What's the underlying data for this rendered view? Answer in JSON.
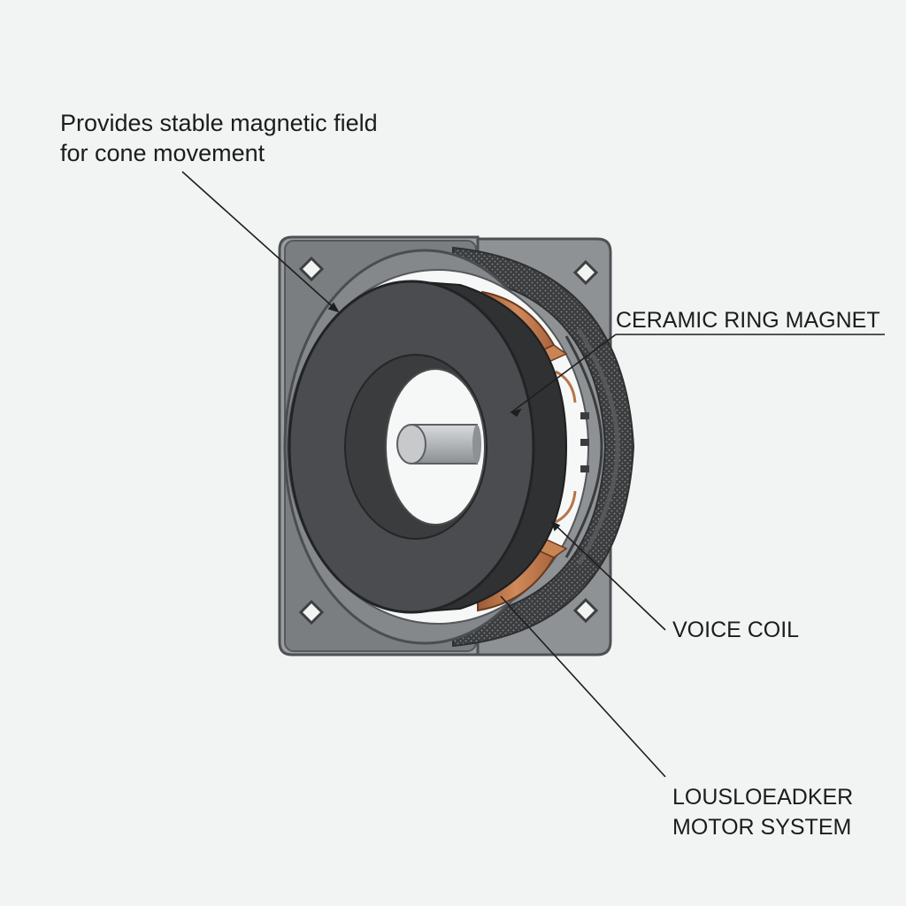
{
  "annotation": {
    "caption_line1": "Provides stable magnetic field",
    "caption_line2": "for cone movement"
  },
  "labels": {
    "ceramic_ring_magnet": "CERAMIC RING MAGNET",
    "voice_coil": "VOICE COIL",
    "motor_line1": "LOUSLOEADKER",
    "motor_line2": "MOTOR SYSTEM"
  },
  "colors": {
    "background": "#f2f3f3",
    "frame": "#6f7275",
    "magnet": "#46484b",
    "copper": "#b8744a",
    "pole": "#b9bcbf"
  }
}
